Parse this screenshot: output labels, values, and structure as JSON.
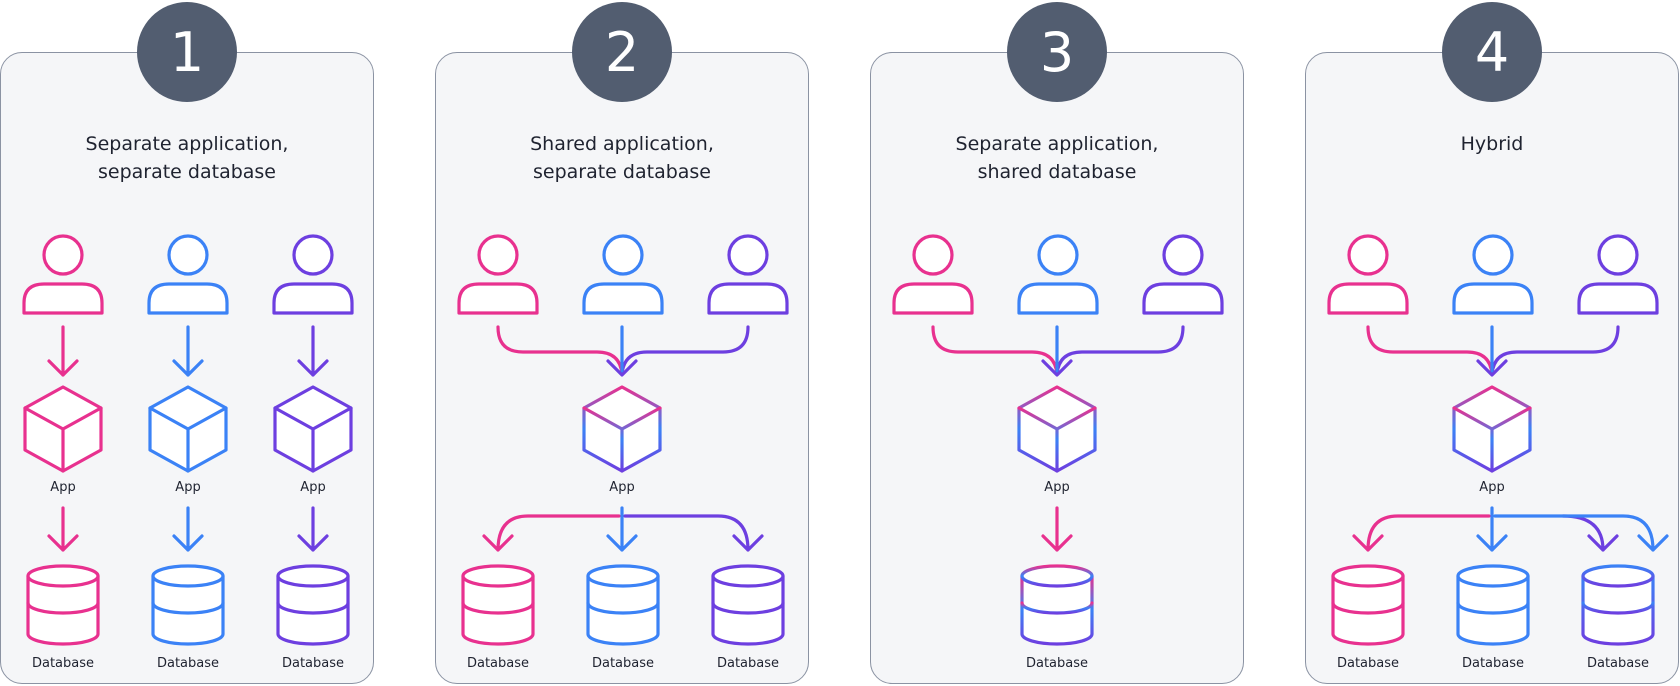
{
  "colors": {
    "pink": "#e8318f",
    "blue": "#3b82f6",
    "purple": "#6d3fe0",
    "badge": "#525d70",
    "card_bg": "#f5f6f8",
    "card_border": "#8b93a3",
    "text": "#1f2330"
  },
  "panels": [
    {
      "number": "1",
      "title_line1": "Separate application,",
      "title_line2": "separate database",
      "users": [
        "pink",
        "blue",
        "purple"
      ],
      "apps": [
        {
          "label": "App",
          "color": "pink"
        },
        {
          "label": "App",
          "color": "blue"
        },
        {
          "label": "App",
          "color": "purple"
        }
      ],
      "databases": [
        {
          "label": "Database",
          "color": "pink"
        },
        {
          "label": "Database",
          "color": "blue"
        },
        {
          "label": "Database",
          "color": "purple"
        }
      ],
      "user_to_app": "one-to-one",
      "app_to_db": "one-to-one"
    },
    {
      "number": "2",
      "title_line1": "Shared application,",
      "title_line2": "separate database",
      "users": [
        "pink",
        "blue",
        "purple"
      ],
      "apps": [
        {
          "label": "App",
          "color": "gradient-pink-blue-purple"
        }
      ],
      "databases": [
        {
          "label": "Database",
          "color": "pink"
        },
        {
          "label": "Database",
          "color": "blue"
        },
        {
          "label": "Database",
          "color": "purple"
        }
      ],
      "user_to_app": "merge",
      "app_to_db": "split"
    },
    {
      "number": "3",
      "title_line1": "Separate application,",
      "title_line2": "shared database",
      "users": [
        "pink",
        "blue",
        "purple"
      ],
      "apps": [
        {
          "label": "App",
          "color": "gradient-pink-blue-purple"
        }
      ],
      "databases": [
        {
          "label": "Database",
          "color": "gradient-pink-blue-purple"
        }
      ],
      "user_to_app": "merge",
      "app_to_db": "single"
    },
    {
      "number": "4",
      "title_line1": "Hybrid",
      "title_line2": "",
      "users": [
        "pink",
        "blue",
        "purple"
      ],
      "apps": [
        {
          "label": "App",
          "color": "gradient-pink-blue-purple"
        }
      ],
      "databases": [
        {
          "label": "Database",
          "color": "pink"
        },
        {
          "label": "Database",
          "color": "blue"
        },
        {
          "label": "Database",
          "color": "gradient-blue-purple"
        }
      ],
      "user_to_app": "merge",
      "app_to_db": "split-hybrid"
    }
  ]
}
